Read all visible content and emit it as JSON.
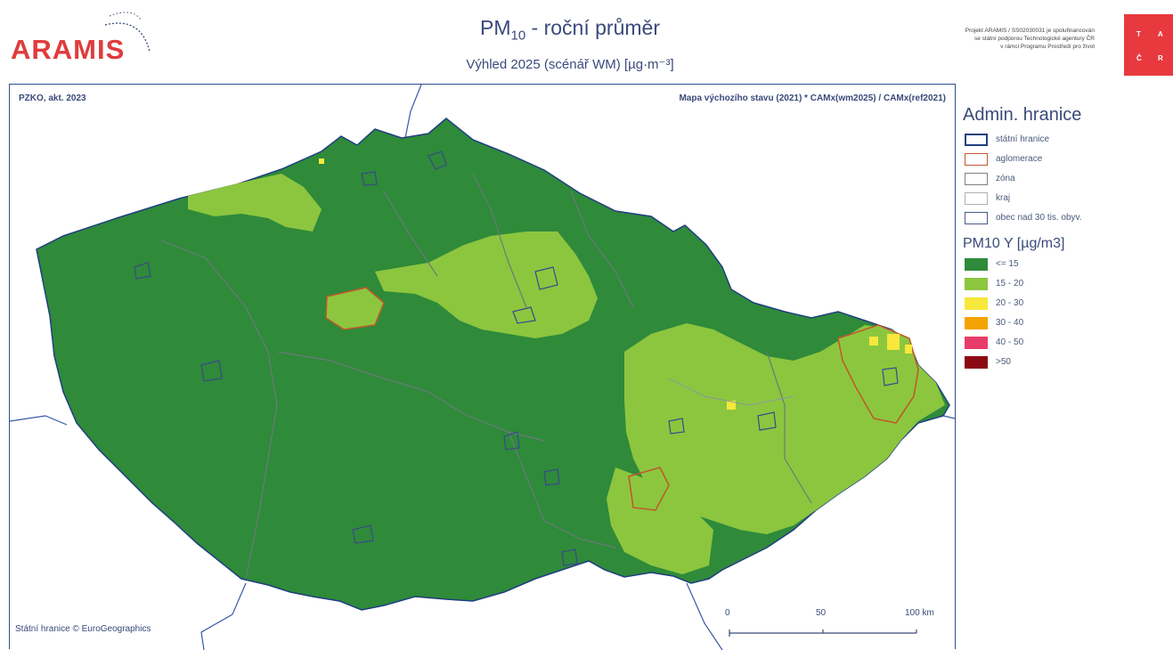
{
  "header": {
    "logo_text": "ARAMIS",
    "title_main": "PM",
    "title_sub": "10",
    "title_rest": " - roční průměr",
    "subtitle": "Výhled 2025 (scénář WM) [µg·m⁻³]",
    "project_note_1": "Projekt ARAMIS / SS02030031 je spolufinancován",
    "project_note_2": "se státní podporou Technologické agentury ČR",
    "project_note_3": "v rámci Programu Prostředí pro život",
    "tacr_letters": [
      "T",
      "A",
      "Č",
      "R"
    ]
  },
  "map": {
    "top_left_label": "PZKO, akt. 2023",
    "top_right_label": "Mapa výchozího stavu (2021) * CAMx(wm2025) / CAMx(ref2021)",
    "copyright": "Státní hranice © EuroGeographics",
    "scale": {
      "labels": [
        "0",
        "50",
        "100 km"
      ]
    }
  },
  "legend": {
    "admin_title": "Admin. hranice",
    "admin_items": [
      {
        "label": "státní hranice",
        "color": "#1f3f7f"
      },
      {
        "label": "aglomerace",
        "color": "#c0582a"
      },
      {
        "label": "zóna",
        "color": "#808080"
      },
      {
        "label": "kraj",
        "color": "#b0b0b0"
      },
      {
        "label": "obec nad 30 tis. obyv.",
        "color": "#4a5a8a"
      }
    ],
    "pm_title": "PM10 Y [µg/m3]",
    "pm_items": [
      {
        "label": "<= 15",
        "color": "#2f8a3a"
      },
      {
        "label": "15 - 20",
        "color": "#8cc63f"
      },
      {
        "label": "20 - 30",
        "color": "#f7e83b"
      },
      {
        "label": "30 - 40",
        "color": "#f5a300"
      },
      {
        "label": "40 - 50",
        "color": "#e83c6a"
      },
      {
        "label": ">50",
        "color": "#8b0a14"
      }
    ]
  }
}
